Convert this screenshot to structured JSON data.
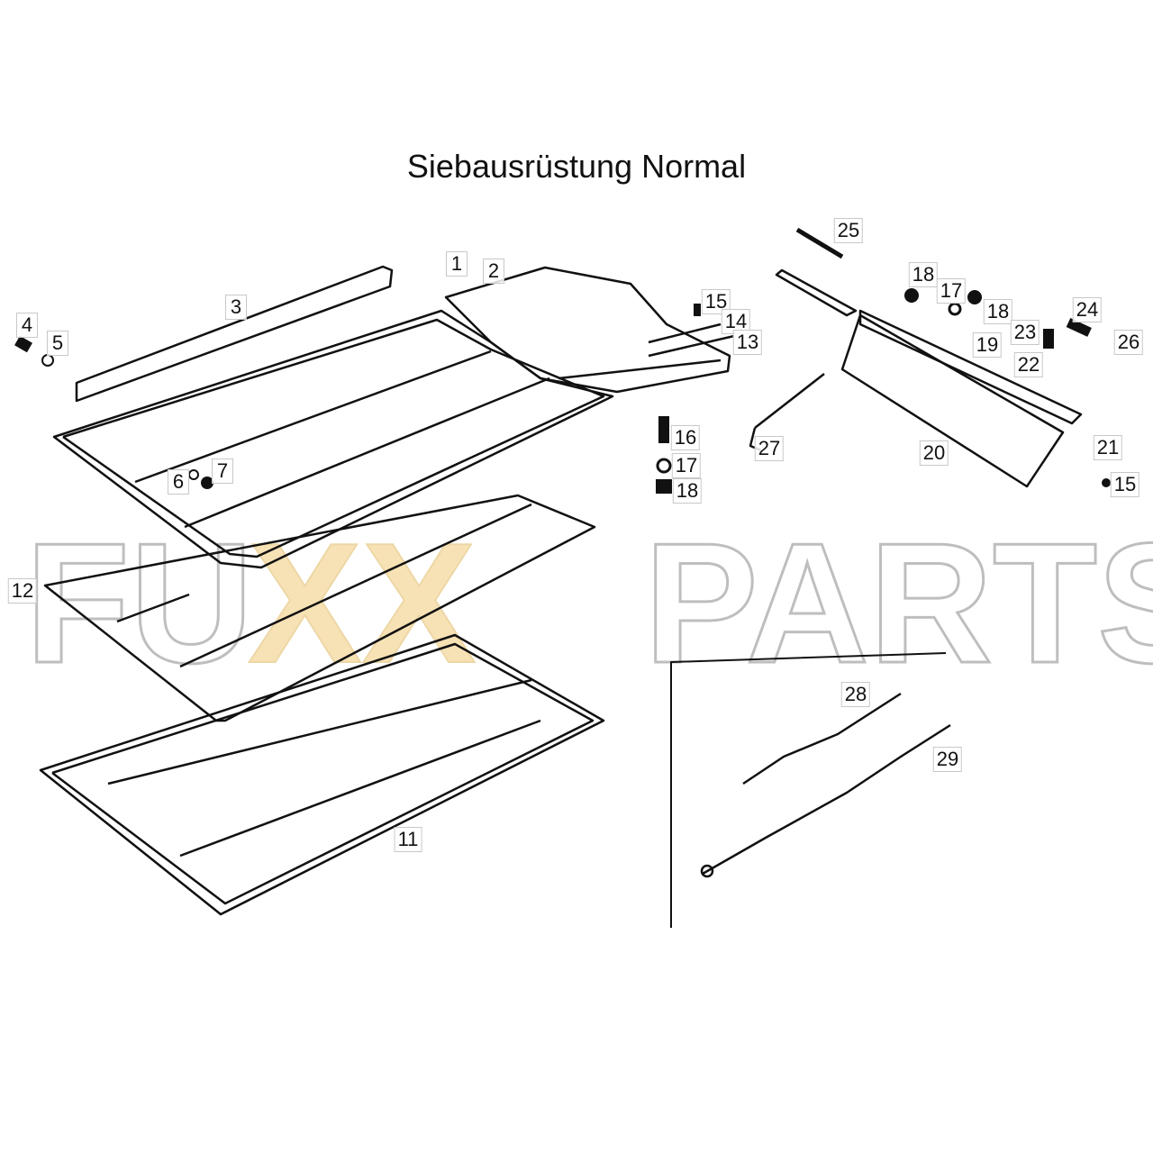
{
  "title": "Siebausrüstung Normal",
  "watermark": {
    "part1": "FU",
    "part2": "XX",
    "part3": "PARTS",
    "accent_color": "#f7dfae",
    "outline_color": "#b8b8b8"
  },
  "callouts": [
    {
      "id": "1"
    },
    {
      "id": "2"
    },
    {
      "id": "3"
    },
    {
      "id": "4"
    },
    {
      "id": "5"
    },
    {
      "id": "6"
    },
    {
      "id": "7"
    },
    {
      "id": "12"
    },
    {
      "id": "11"
    },
    {
      "id": "15"
    },
    {
      "id": "14"
    },
    {
      "id": "13"
    },
    {
      "id": "16"
    },
    {
      "id": "17"
    },
    {
      "id": "18"
    },
    {
      "id": "25"
    },
    {
      "id": "18"
    },
    {
      "id": "17"
    },
    {
      "id": "18"
    },
    {
      "id": "19"
    },
    {
      "id": "23"
    },
    {
      "id": "22"
    },
    {
      "id": "24"
    },
    {
      "id": "26"
    },
    {
      "id": "27"
    },
    {
      "id": "20"
    },
    {
      "id": "21"
    },
    {
      "id": "15"
    },
    {
      "id": "28"
    },
    {
      "id": "29"
    }
  ]
}
